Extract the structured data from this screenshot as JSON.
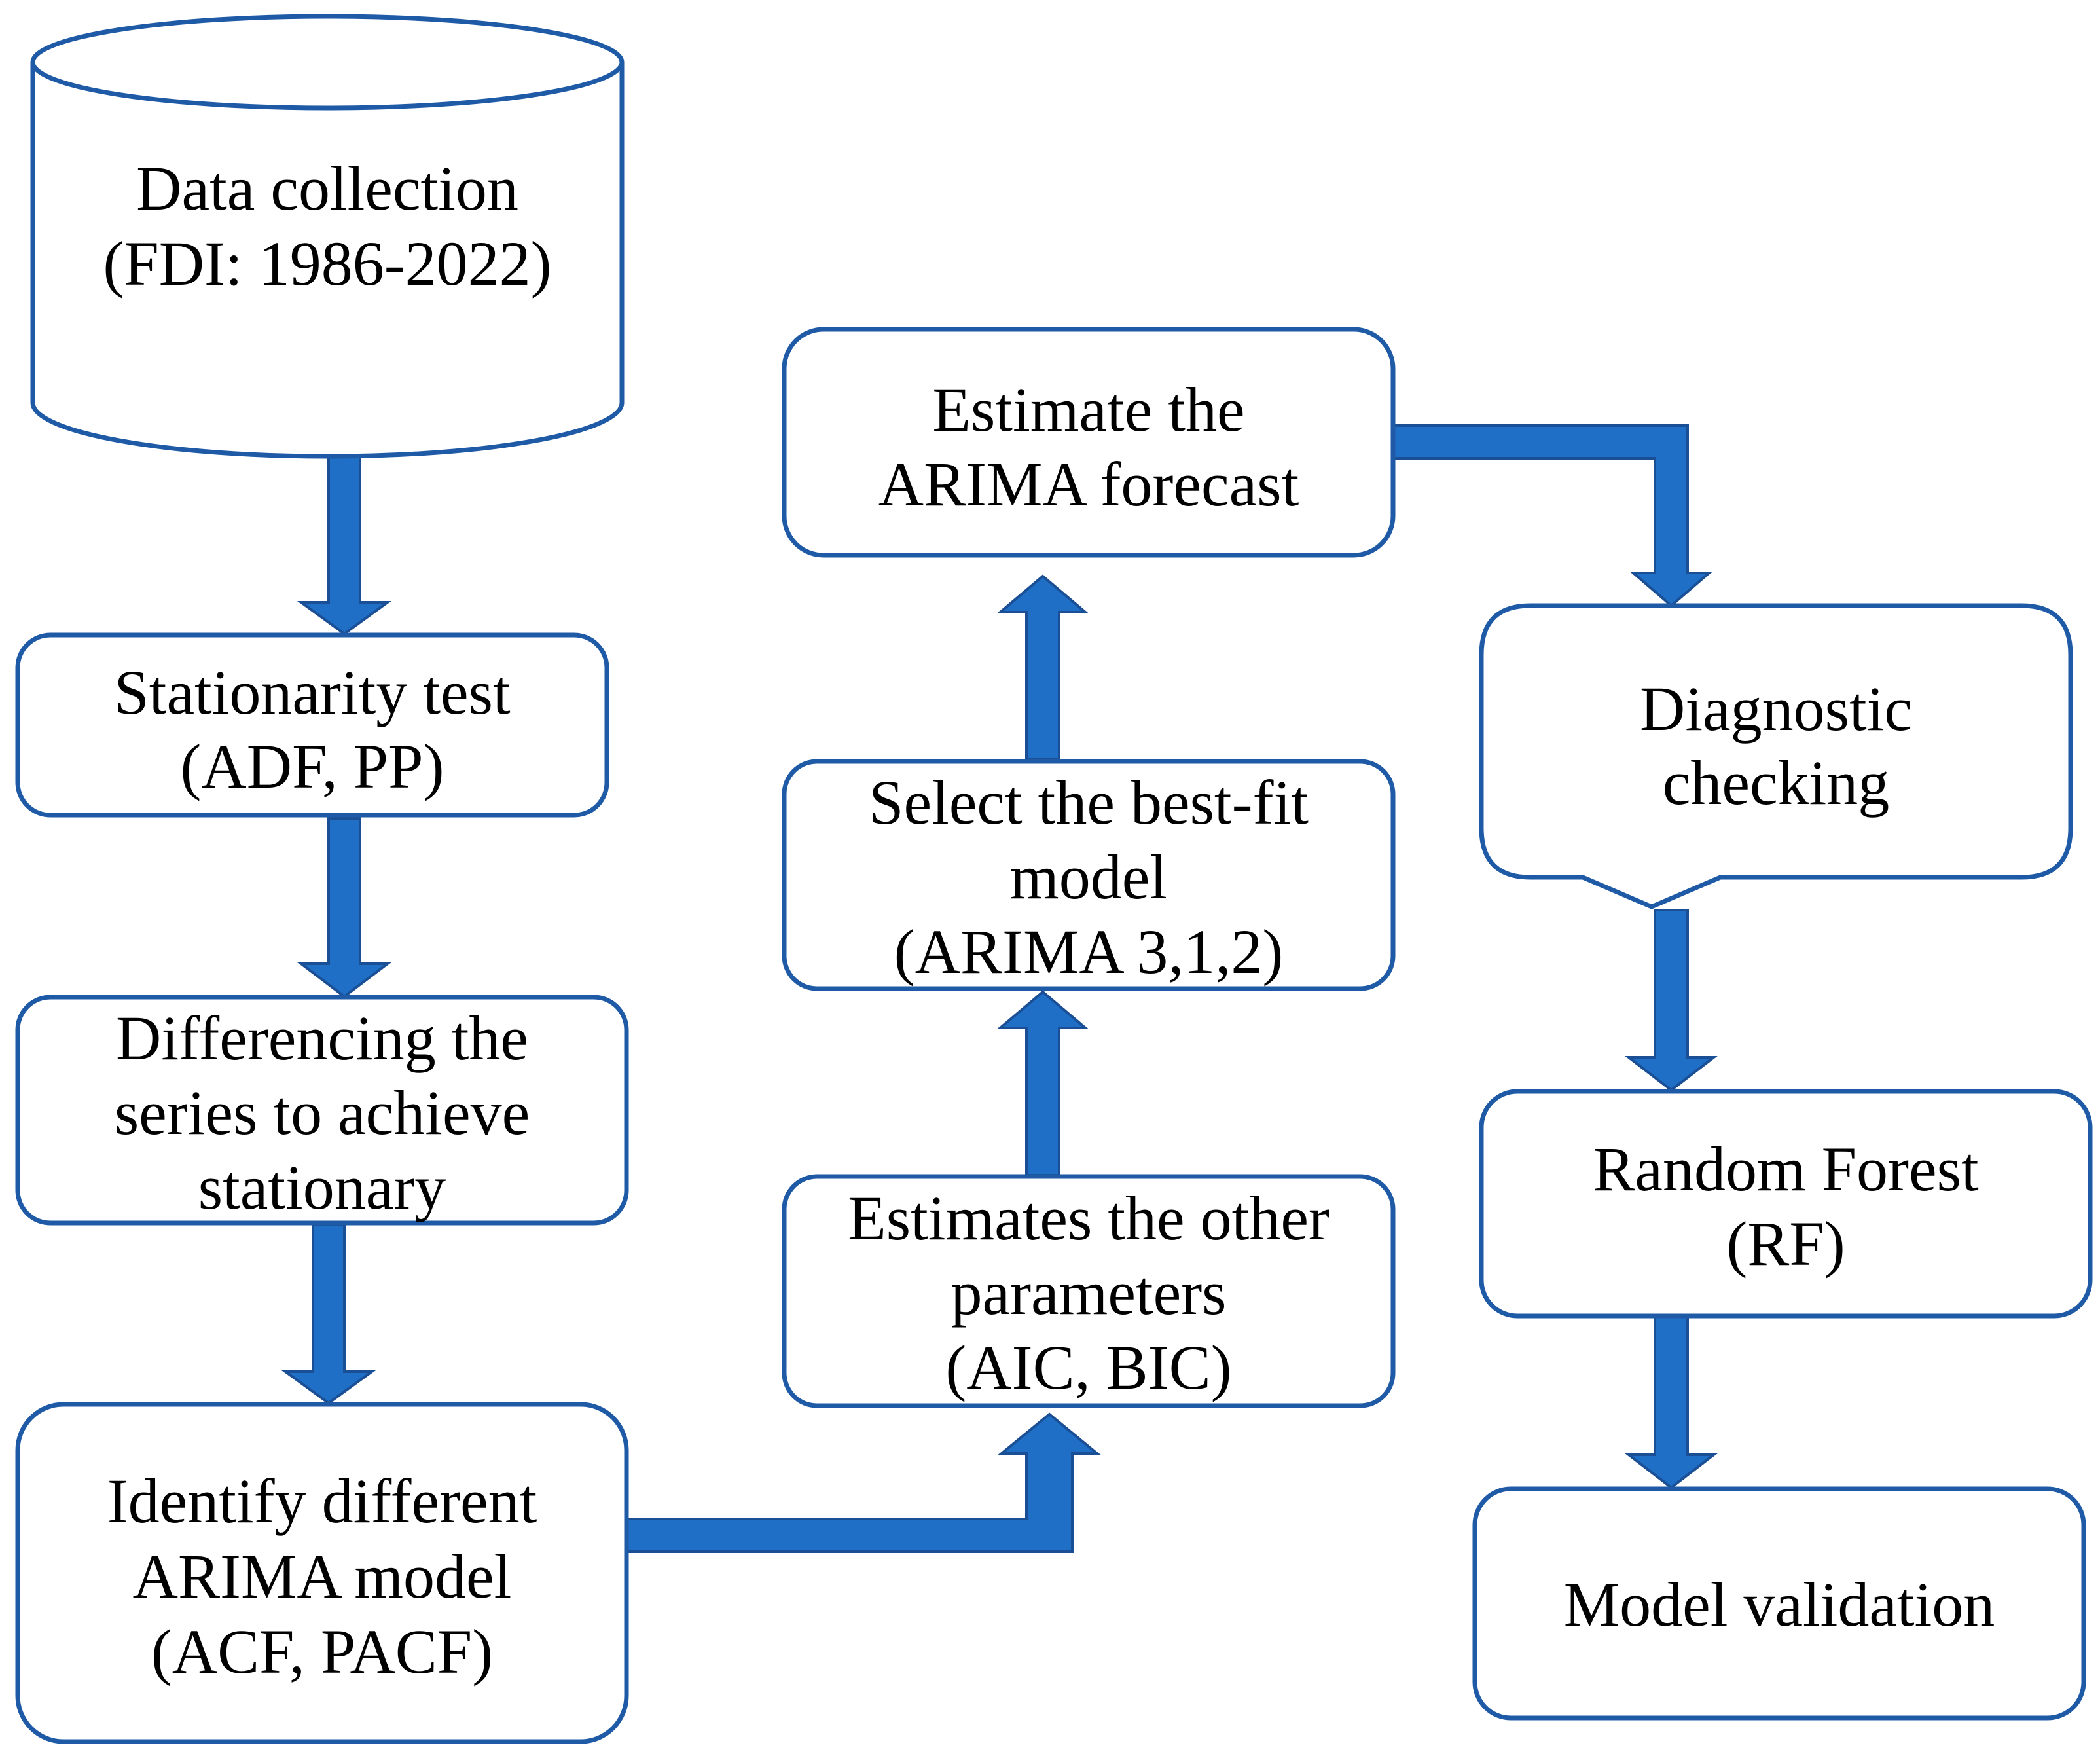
{
  "nodes": {
    "data_collection": {
      "lines": [
        "Data collection",
        "(FDI: 1986-2022)"
      ]
    },
    "stationarity_test": {
      "lines": [
        "Stationarity test",
        "(ADF, PP)"
      ]
    },
    "differencing": {
      "lines": [
        "Differencing the",
        "series to achieve",
        "stationary"
      ]
    },
    "identify_models": {
      "lines": [
        "Identify different",
        "ARIMA model",
        "(ACF, PACF)"
      ]
    },
    "estimate_parameters": {
      "lines": [
        "Estimates the other",
        "parameters",
        "(AIC, BIC)"
      ]
    },
    "select_model": {
      "lines": [
        "Select the best-fit",
        "model",
        "(ARIMA 3,1,2)"
      ]
    },
    "estimate_forecast": {
      "lines": [
        "Estimate the",
        "ARIMA forecast"
      ]
    },
    "diagnostic_checking": {
      "lines": [
        "Diagnostic",
        "checking"
      ]
    },
    "random_forest": {
      "lines": [
        "Random Forest",
        "(RF)"
      ]
    },
    "model_validation": {
      "lines": [
        "Model validation"
      ]
    }
  },
  "colors": {
    "arrow_fill": "#1f6fc6",
    "arrow_stroke": "#1a4f95",
    "box_stroke": "#1f5aa6"
  }
}
